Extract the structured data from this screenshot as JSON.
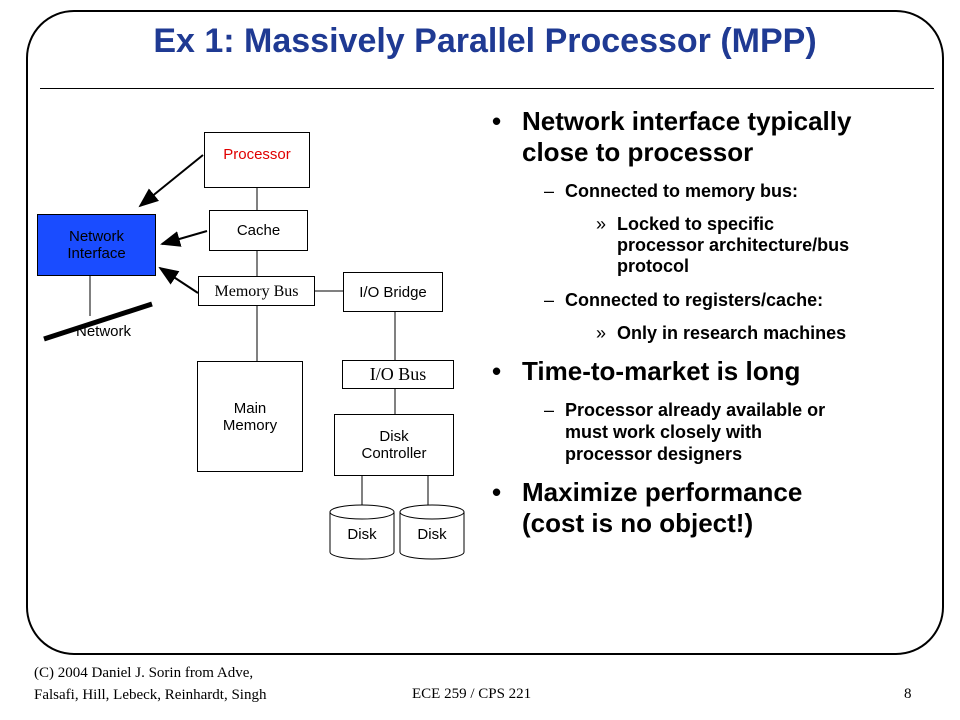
{
  "slide": {
    "title": "Ex 1: Massively Parallel Processor (MPP)",
    "colors": {
      "title": "#1f3a93",
      "processor_label": "#e00000",
      "network_interface_fill": "#1a4cff"
    }
  },
  "diagram": {
    "processor": "Processor",
    "cache": "Cache",
    "network_interface_line1": "Network",
    "network_interface_line2": "Interface",
    "memory_bus": "Memory Bus",
    "io_bridge": "I/O Bridge",
    "network": "Network",
    "main_memory_line1": "Main",
    "main_memory_line2": "Memory",
    "io_bus": "I/O Bus",
    "disk_controller_line1": "Disk",
    "disk_controller_line2": "Controller",
    "disk_1": "Disk",
    "disk_2": "Disk"
  },
  "bullets": {
    "b1_line1": "Network interface typically",
    "b1_line2": "close to processor",
    "b1_s1": "Connected to memory bus:",
    "b1_s1_a_line1": "Locked to specific",
    "b1_s1_a_line2": "processor architecture/bus",
    "b1_s1_a_line3": "protocol",
    "b1_s2": "Connected to registers/cache:",
    "b1_s2_a": "Only in research machines",
    "b2": "Time-to-market is long",
    "b2_s1_line1": "Processor already available or",
    "b2_s1_line2": "must work closely with",
    "b2_s1_line3": "processor designers",
    "b3_line1": "Maximize performance",
    "b3_line2": "(cost is no object!)",
    "marker_l1": "•",
    "marker_l2": "–",
    "marker_l3": "»"
  },
  "footer": {
    "left_line1": "(C) 2004 Daniel J. Sorin from Adve,",
    "left_line2": "Falsafi, Hill, Lebeck, Reinhardt, Singh",
    "center": "ECE 259 / CPS 221",
    "page_number": "8"
  }
}
